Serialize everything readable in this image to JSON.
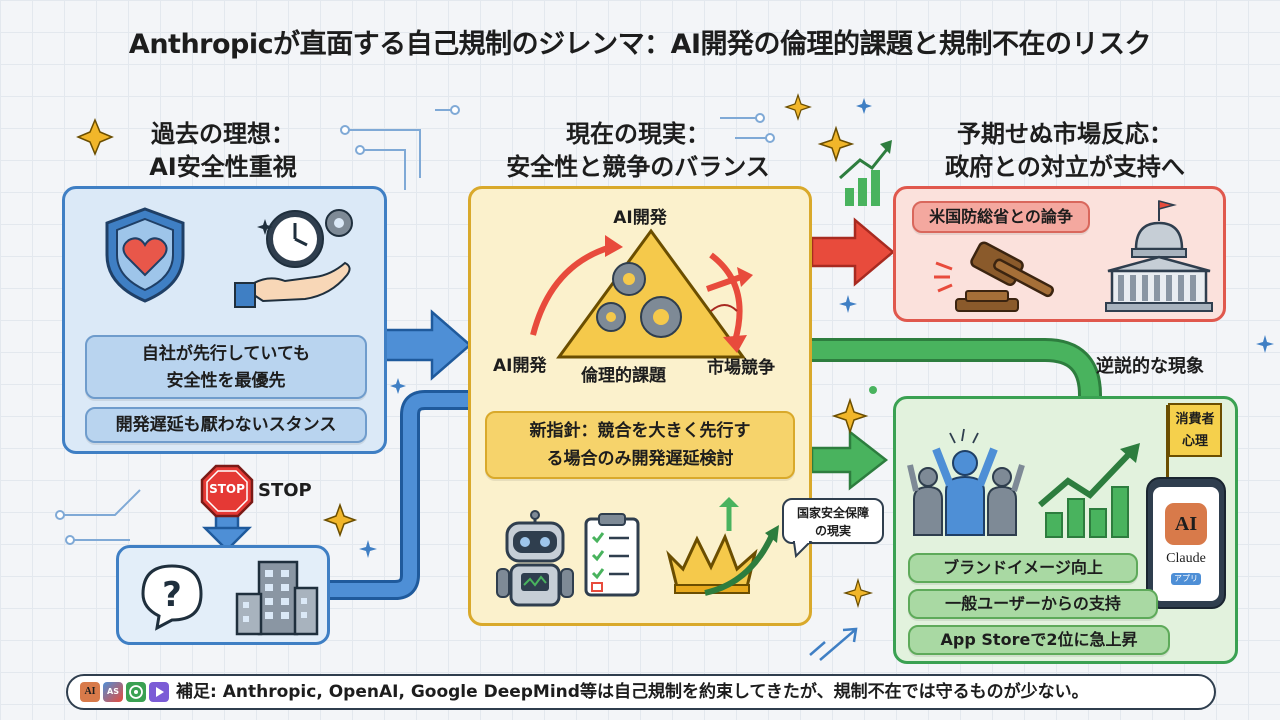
{
  "title": "Anthropicが直面する自己規制のジレンマ：AI開発の倫理的課題と規制不在のリスク",
  "left": {
    "heading": [
      "過去の理想：",
      "AI安全性重視"
    ],
    "box1": [
      "自社が先行していても",
      "安全性を最優先"
    ],
    "box2": "開発遅延も厭わないスタンス",
    "stop_sign": "STOP",
    "stop_label": "STOP"
  },
  "center": {
    "heading": [
      "現在の現実：",
      "安全性と競争のバランス"
    ],
    "triangle_top": "AI開発",
    "triangle_left": "AI開発",
    "triangle_middle": "倫理的課題",
    "triangle_right": "市場競争",
    "policy": [
      "新指針：競合を大きく先行す",
      "る場合のみ開発遅延検討"
    ],
    "bubble": [
      "国家安全保障",
      "の現実"
    ]
  },
  "right": {
    "heading": [
      "予期せぬ市場反応：",
      "政府との対立が支持へ"
    ],
    "conflict_label": "米国防総省との論争",
    "paradox_label": "逆説的な現象",
    "flag_label": [
      "消費者",
      "心理"
    ],
    "app_name": "Claude",
    "app_badge": "アプリ",
    "app_logo": "AI",
    "benefits": [
      "ブランドイメージ向上",
      "一般ユーザーからの支持",
      "App Storeで2位に急上昇"
    ]
  },
  "footer": {
    "note": "補足: Anthropic, OpenAI, Google DeepMind等は自己規制を約束してきたが、規制不在では守るものが少ない。",
    "logo1": "AI",
    "logo2": "AS"
  },
  "colors": {
    "blue": "#3f7fc4",
    "yellow": "#f5d04c",
    "red": "#e0584d",
    "green": "#3aa152",
    "gold": "#e8a91c"
  }
}
